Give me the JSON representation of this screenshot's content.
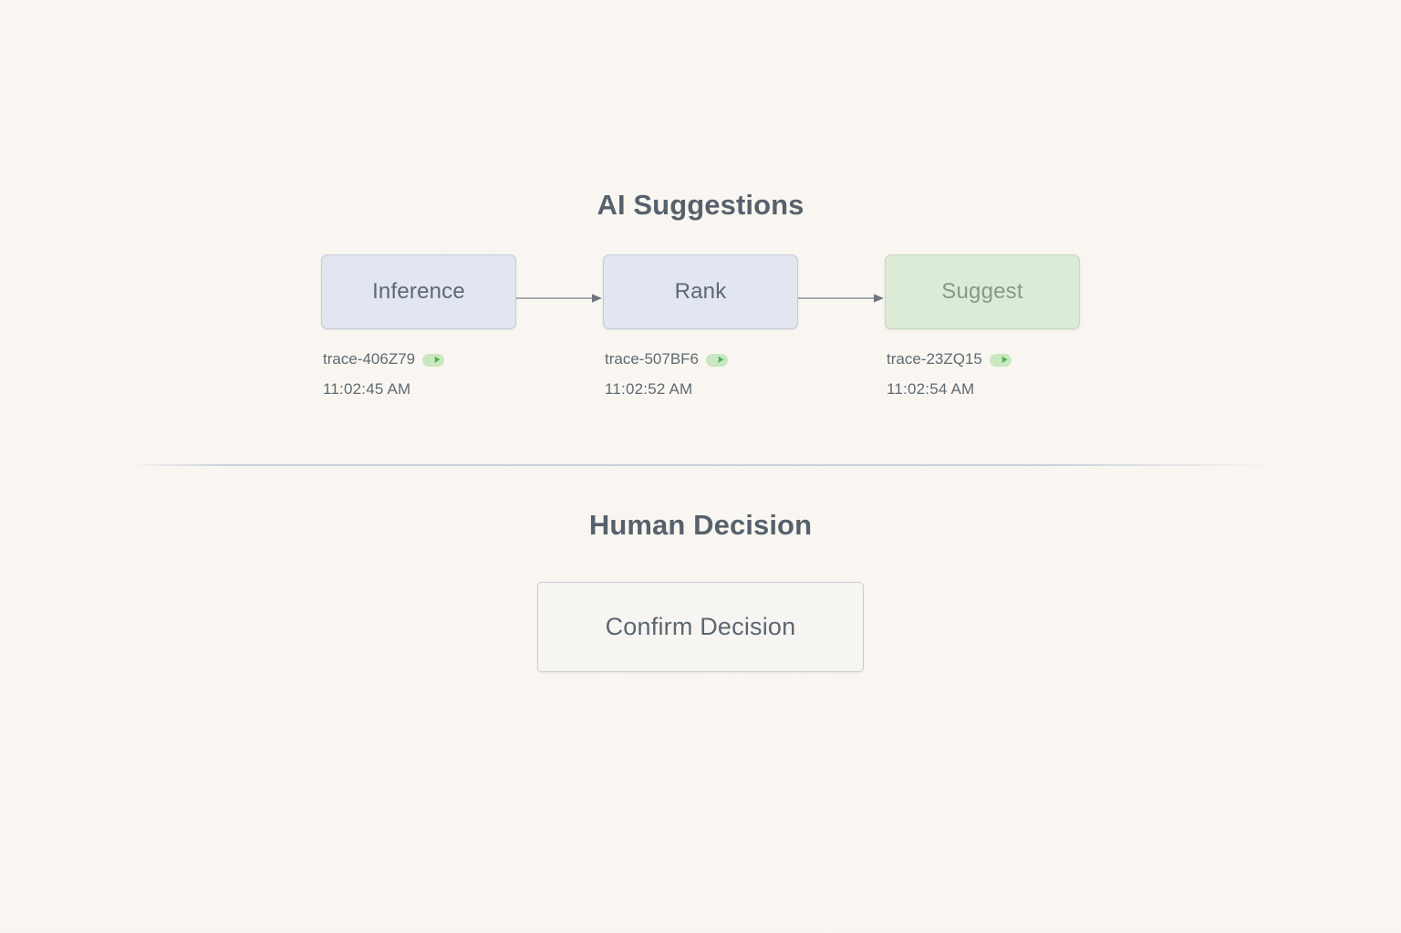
{
  "ai_section": {
    "title": "AI Suggestions",
    "stages": [
      {
        "label": "Inference",
        "trace_id": "trace-406Z79",
        "timestamp": "11:02:45 AM",
        "badge_icon": "verified-arrow-badge-icon",
        "state": "done",
        "fill_color": "#e2e6f0",
        "border_color": "#c5cadb",
        "text_color": "#5d6873"
      },
      {
        "label": "Rank",
        "trace_id": "trace-507BF6",
        "timestamp": "11:02:52 AM",
        "badge_icon": "verified-arrow-badge-icon",
        "state": "done",
        "fill_color": "#e2e6f0",
        "border_color": "#c5cadb",
        "text_color": "#5d6873"
      },
      {
        "label": "Suggest",
        "trace_id": "trace-23ZQ15",
        "timestamp": "11:02:54 AM",
        "badge_icon": "verified-arrow-badge-icon",
        "state": "suggested",
        "fill_color": "#dcebd7",
        "border_color": "#c2d9bb",
        "text_color": "#8a978a"
      }
    ],
    "connectors": [
      {
        "from": "Inference",
        "to": "Rank",
        "icon": "arrow-right-icon"
      },
      {
        "from": "Rank",
        "to": "Suggest",
        "icon": "arrow-right-icon"
      }
    ]
  },
  "human_section": {
    "title": "Human Decision",
    "confirm_label": "Confirm Decision"
  },
  "colors": {
    "background": "#faf7f2",
    "heading": "#56616c",
    "body_text": "#5f6a72",
    "badge_pill": "#c9e7c1",
    "badge_glyph": "#4caf50",
    "divider": "#c6ced a",
    "arrow": "#8b9199"
  }
}
